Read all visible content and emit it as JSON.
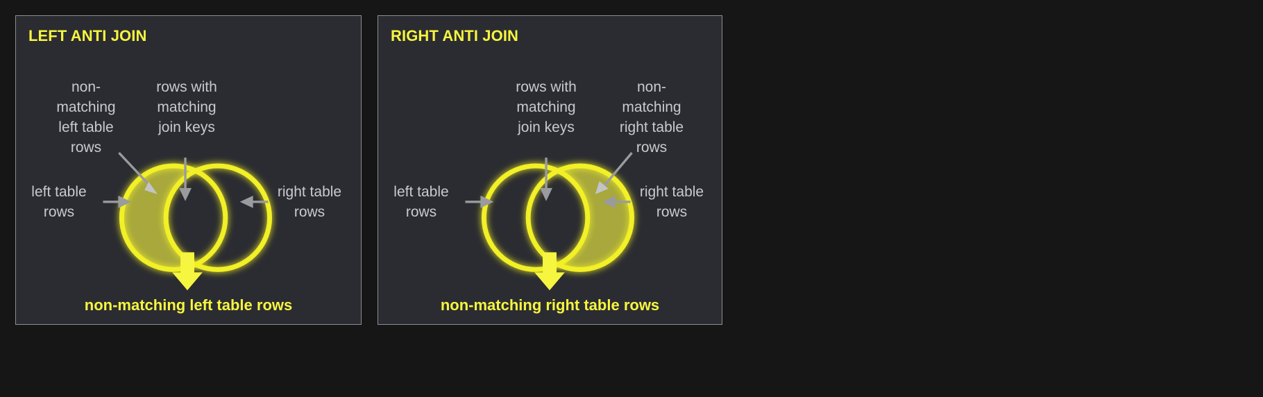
{
  "background_color": "#161616",
  "panel": {
    "background_color": "#2b2c31",
    "border_color": "#8d8e92"
  },
  "colors": {
    "title_yellow": "#f6f53f",
    "circle_stroke": "#f2f028",
    "fill_olive": "#a8a83c",
    "label_gray": "#c9cacd",
    "arrow_gray": "#9a9b9f"
  },
  "panels": [
    {
      "id": "left-anti-join",
      "title": "LEFT ANTI JOIN",
      "filled_side": "left",
      "labels": {
        "upper_left": "non-\nmatching\nleft table\nrows",
        "upper_right": "rows with\nmatching\njoin keys",
        "side_left": "left table\nrows",
        "side_right": "right table\nrows"
      },
      "caption": "non-matching left table rows"
    },
    {
      "id": "right-anti-join",
      "title": "RIGHT ANTI JOIN",
      "filled_side": "right",
      "labels": {
        "upper_left": "rows with\nmatching\njoin keys",
        "upper_right": "non-\nmatching\nright table\nrows",
        "side_left": "left table\nrows",
        "side_right": "right table\nrows"
      },
      "caption": "non-matching right table rows"
    }
  ]
}
